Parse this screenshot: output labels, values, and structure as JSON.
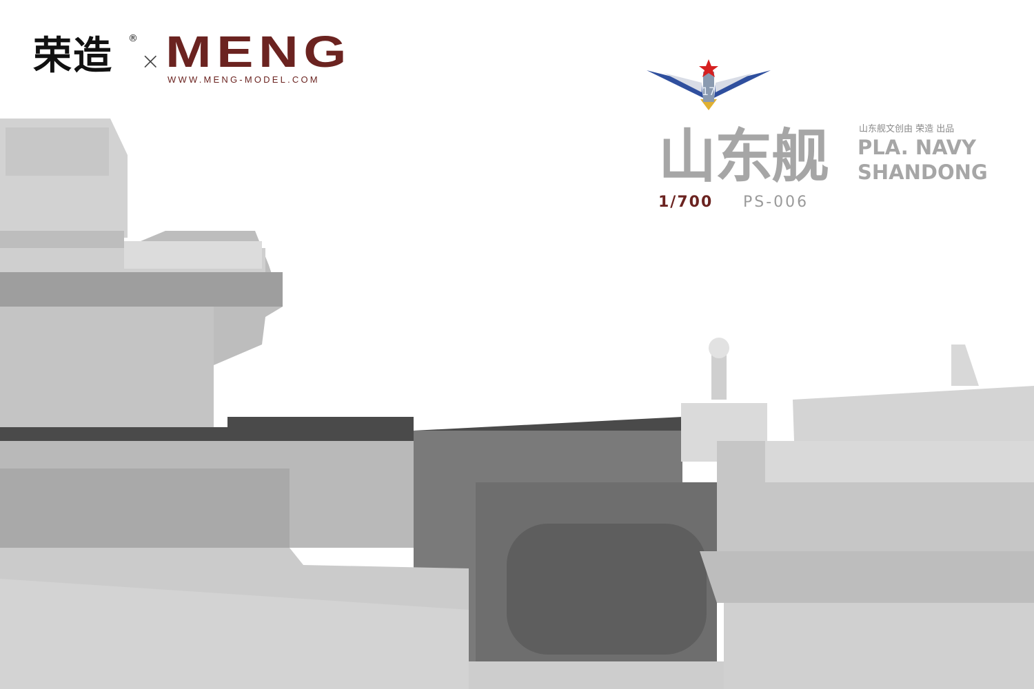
{
  "header": {
    "brand_cn": "荣造",
    "registered_mark": "®",
    "separator": "×",
    "meng_logo": "MENG",
    "url": "WWW.MENG-MODEL.COM"
  },
  "product": {
    "emblem_number": "17",
    "title_cn": "山东舰",
    "subtitle_cn": "山东舰文创由 荣造 出品",
    "title_en_line1": "PLA. NAVY",
    "title_en_line2": "SHANDONG",
    "scale": "1/700",
    "code": "PS-006"
  },
  "colors": {
    "brand_red": "#6b2320",
    "title_gray": "#a6a6a6",
    "hull_gray": "#cfcfcf"
  }
}
